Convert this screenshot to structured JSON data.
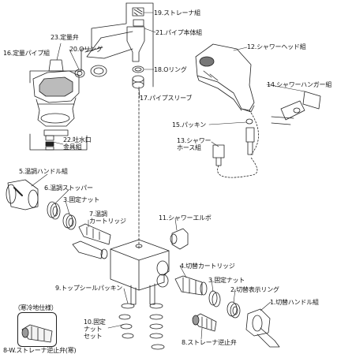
{
  "labels": {
    "p19": "19.ストレーナ組",
    "p21": "21.パイプ本体組",
    "p23": "23.定量弁",
    "p16": "16.定量パイプ組",
    "p20": "20.Oリング",
    "p18": "18.Oリング",
    "p17": "17.パイプスリーブ",
    "p12": "12.シャワーヘッド組",
    "p14": "14.シャワーハンガー組",
    "p22": "22.吐水口\n金具組",
    "p15": "15.パッキン",
    "p13": "13.シャワー\nホース組",
    "p5": "5.温調ハンドル組",
    "p6": "6.温調ストッパー",
    "p3a": "3.固定ナット",
    "p7": "7.温調\nカートリッジ",
    "p11": "11.シャワーエルボ",
    "p4": "4.切替カートリッジ",
    "p3b": "3.固定ナット",
    "p2": "2.切替表示リング",
    "p9": "9.トップシールパッキン",
    "p1": "1.切替ハンドル組",
    "p10": "10.固定\nナット\nセット",
    "cold": "（寒冷地仕様）",
    "p8w": "8-W.ストレーナ逆止弁(寒)",
    "p8": "8.ストレーナ逆止弁"
  }
}
